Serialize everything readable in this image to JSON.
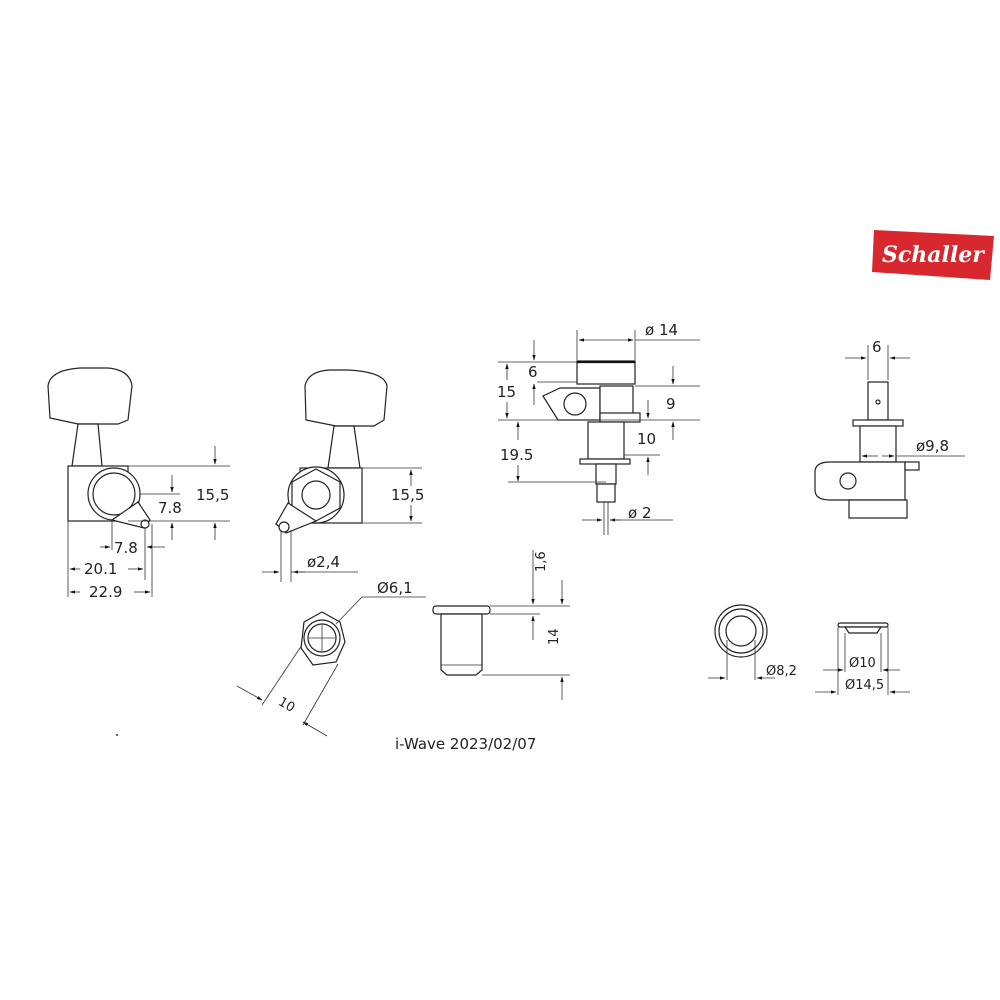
{
  "brand": {
    "logo_text": "Schaller",
    "logo_color": "#d7282f"
  },
  "caption": "i-Wave 2023/02/07",
  "views": {
    "side_view_left": {
      "height": "15,5",
      "hole_offset_v": "7.8",
      "hole_offset_h": "7.8",
      "width_inner": "20.1",
      "width_total": "22.9"
    },
    "side_view_right": {
      "height": "15,5",
      "screw_hole_dia": "ø2,4"
    },
    "front_view": {
      "button_dia": "ø 14",
      "button_height": "6",
      "total_upper": "15",
      "key_height": "9",
      "bushing_height": "10",
      "post_length": "19.5",
      "string_hole_dia": "ø 2"
    },
    "top_view": {
      "post_width": "6",
      "bushing_dia": "ø9,8"
    },
    "hex_nut": {
      "bore_dia": "Ø6,1",
      "across_flats": "10"
    },
    "bushing": {
      "flange": "1,6",
      "length": "14"
    },
    "washer_top": {
      "inner_dia": "Ø8,2"
    },
    "washer_side": {
      "inner_dia": "Ø10",
      "outer_dia": "Ø14,5"
    }
  }
}
